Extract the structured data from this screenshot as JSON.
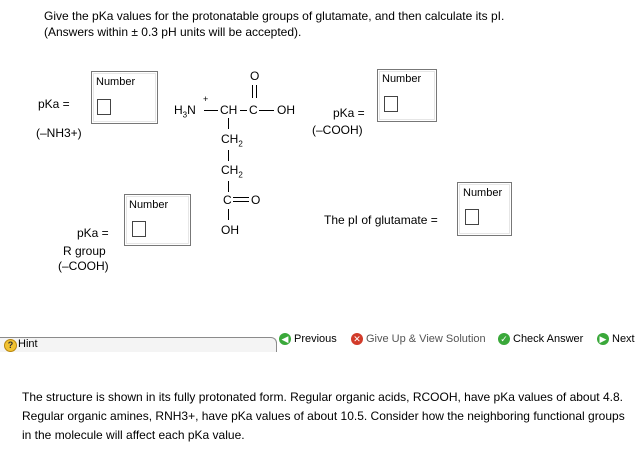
{
  "question": {
    "line1": "Give the pKa values for the protonatable groups of glutamate, and then calculate its pI.",
    "line2": "(Answers within ± 0.3 pH units will be accepted)."
  },
  "boxes": {
    "amine": {
      "caption": "Number",
      "label": "pKa =",
      "group": "(–NH3+)",
      "value": ""
    },
    "alpha_carboxyl": {
      "caption": "Number",
      "label": "pKa =",
      "group": "(–COOH)",
      "value": ""
    },
    "side_chain": {
      "caption": "Number",
      "label": "pKa =",
      "group_line1": "R group",
      "group_line2": "(–COOH)",
      "value": ""
    },
    "pi": {
      "caption": "Number",
      "label": "The pI of glutamate =",
      "value": ""
    }
  },
  "structure": {
    "h3n": "H3N",
    "plus": "+",
    "ch": "CH",
    "c": "C",
    "oh": "OH",
    "o_top": "O",
    "ch2_1": "CH2",
    "ch2_2": "CH2",
    "c_side": "C",
    "o_side": "O",
    "oh_side": "OH"
  },
  "hint": {
    "label": "Hint"
  },
  "nav": {
    "previous": "Previous",
    "give_up": "Give Up & View Solution",
    "check": "Check Answer",
    "next": "Next"
  },
  "hint_text": "The structure is shown in its fully protonated form. Regular organic acids, RCOOH, have pKa values of about 4.8. Regular organic amines, RNH3+, have pKa values of about 10.5. Consider how the neighboring functional groups in the molecule will affect each pKa value.",
  "colors": {
    "nav_green": "#3aa83a",
    "giveup_red": "#d23b2a",
    "hint_yellow": "#f1c232"
  }
}
